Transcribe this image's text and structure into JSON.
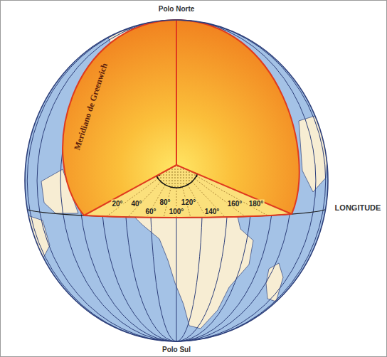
{
  "diagram": {
    "labels": [
      "Polo Norte",
      "Meridiano de Greenwich",
      "20°",
      "40°",
      "60°",
      "80°",
      "100°",
      "120°",
      "140°",
      "160°",
      "180°",
      "LONGITUDE",
      "Polo Sul"
    ]
  }
}
